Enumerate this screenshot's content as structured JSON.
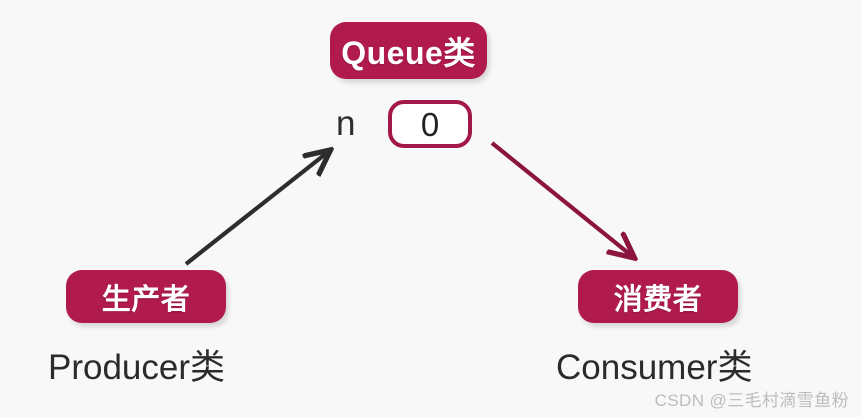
{
  "diagram": {
    "title": "Producer-Consumer Queue Diagram",
    "background_color": "#f8f8f9",
    "accent_color": "#b01a4c",
    "nodes": {
      "queue": {
        "badge_label": "Queue类",
        "counter_var": "n",
        "counter_value": "0"
      },
      "producer": {
        "badge_label": "生产者",
        "caption": "Producer类"
      },
      "consumer": {
        "badge_label": "消费者",
        "caption": "Consumer类"
      }
    },
    "edges": [
      {
        "name": "producer-to-queue",
        "from": "producer",
        "to": "queue-counter",
        "color": "#2d2d2d",
        "direction": "up-right"
      },
      {
        "name": "queue-to-consumer",
        "from": "queue-counter",
        "to": "consumer",
        "color": "#8c1540",
        "direction": "down-right"
      }
    ]
  },
  "watermark": {
    "text": "CSDN @三毛村滴雪鱼粉"
  }
}
